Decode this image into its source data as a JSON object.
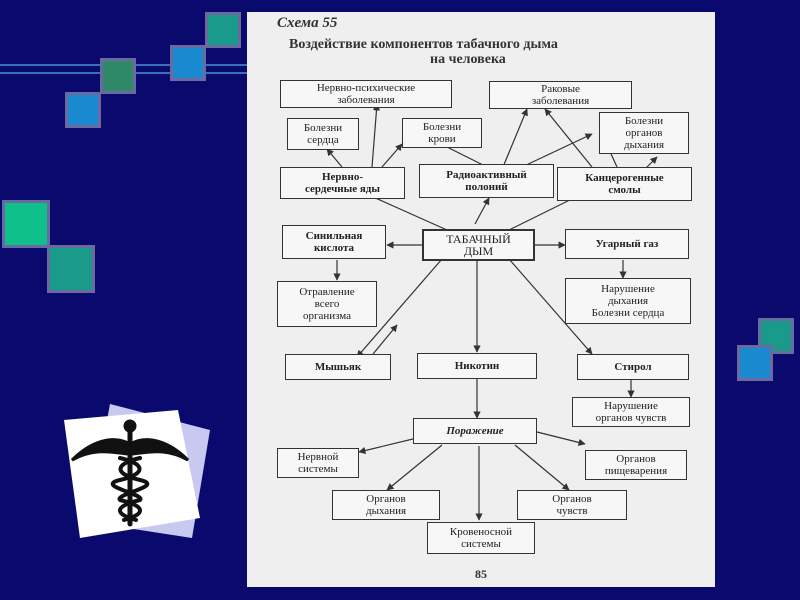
{
  "slide": {
    "background_color": "#0a0a6e",
    "emblem_icon": "caduceus-icon"
  },
  "scheme": {
    "number": "Схема 55",
    "title_line1": "Воздействие компонентов табачного дыма",
    "title_line2": "на человека",
    "page_number": "85",
    "nodes": {
      "neuro_mental": "Нервно-психические\nзаболевания",
      "cancer": "Раковые\nзаболевания",
      "heart_diseases": "Болезни\nсердца",
      "blood_diseases": "Болезни\nкрови",
      "respiratory_diseases": "Болезни\nорганов\nдыхания",
      "nerve_heart_poisons": "Нервно-\nсердечные яды",
      "polonium": "Радиоактивный\nполоний",
      "resins": "Канцерогенные\nсмолы",
      "hydrocyanic": "Синильная\nкислота",
      "smoke": "ТАБАЧНЫЙ\nДЫМ",
      "co_gas": "Угарный газ",
      "poisoning": "Отравление\nвсего\nорганизма",
      "breathing_disorder": "Нарушение\nдыхания\nБолезни сердца",
      "arsenic": "Мышьяк",
      "nicotine": "Никотин",
      "styrene": "Стирол",
      "senses_disorder": "Нарушение\nорганов чувств",
      "damage": "Поражение",
      "nervous_system": "Нервной\nсистемы",
      "digestive_organs": "Органов\nпищеварения",
      "respiratory_organs": "Органов\nдыхания",
      "sense_organs": "Органов\nчувств",
      "circulatory_system": "Кровеносной\nсистемы"
    }
  }
}
